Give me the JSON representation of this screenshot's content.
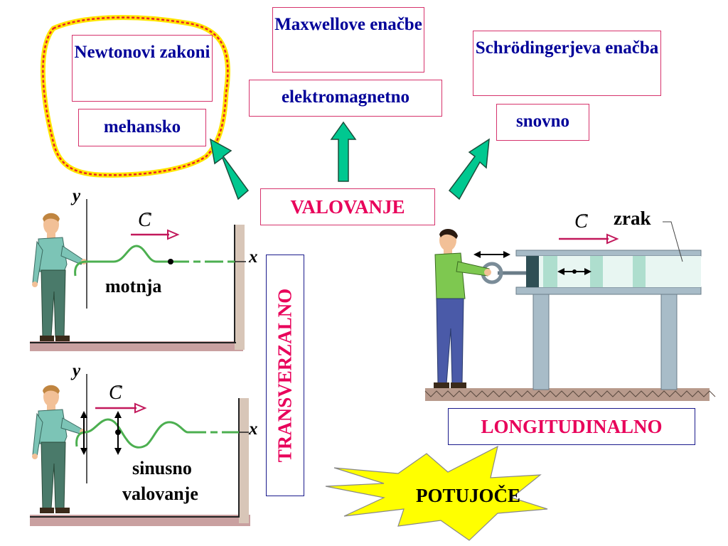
{
  "boxes": {
    "newton": "Newtonovi zakoni",
    "mehansko": "mehansko",
    "maxwell": "Maxwellove enačbe",
    "elektromagnetno": "elektromagnetno",
    "schrodinger": "Schrödingerjeva enačba",
    "snovno": "snovno",
    "valovanje": "VALOVANJE",
    "transverzalno": "TRANSVERZALNO",
    "longitudinalno": "LONGITUDINALNO",
    "potujoce": "POTUJOČE"
  },
  "labels": {
    "y_axis": "y",
    "x_axis": "x",
    "velocity": "C",
    "velocity_bar": "→",
    "motnja": "motnja",
    "sinusno": "sinusno",
    "valovanje_lower": "valovanje",
    "zrak": "zrak"
  },
  "colors": {
    "highlight_outline": "#e8202a",
    "highlight_fill": "#ffff00",
    "arrow_fill": "#00c890",
    "frame_red": "#e8005a",
    "frame_navy": "#000099",
    "wave_green": "#4caf50",
    "velocity_arrow": "#c2185b",
    "starburst": "#ffff00"
  }
}
